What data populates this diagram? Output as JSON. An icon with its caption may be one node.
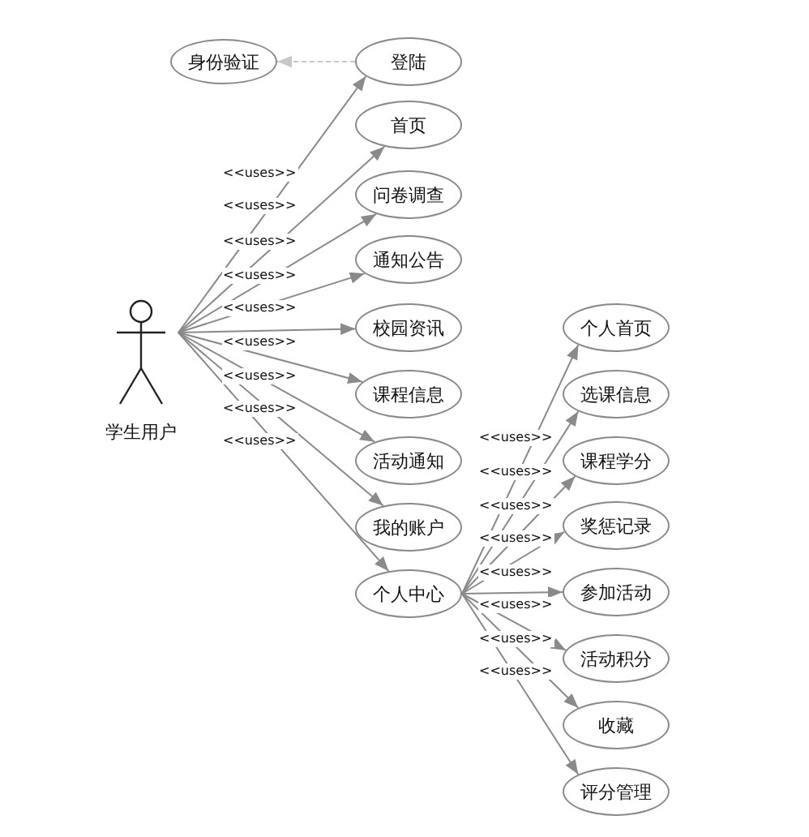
{
  "diagram": {
    "nodes": [
      {
        "text": [
          "身份验证"
        ]
      },
      {
        "text": [
          "登陆"
        ]
      },
      {
        "text": [
          "首页"
        ]
      },
      {
        "text": [
          "问卷调查"
        ]
      },
      {
        "text": [
          "通知公告"
        ]
      },
      {
        "text": [
          "校园资讯"
        ]
      },
      {
        "text": [
          "课程信息"
        ]
      },
      {
        "text": [
          "活动通知"
        ]
      },
      {
        "text": [
          "我的账户"
        ]
      },
      {
        "text": [
          "个人中心"
        ]
      },
      {
        "text": [
          "学生用户"
        ]
      },
      {
        "text": [
          "个人首页"
        ]
      },
      {
        "text": [
          "选课信息"
        ]
      },
      {
        "text": [
          "课程学分"
        ]
      },
      {
        "text": [
          "奖惩记录"
        ]
      },
      {
        "text": [
          "参加活动"
        ]
      },
      {
        "text": [
          "活动积分"
        ]
      },
      {
        "text": [
          "收藏"
        ]
      },
      {
        "text": [
          "评分管理"
        ]
      }
    ],
    "edges": [
      {
        "from": 1,
        "to": 0,
        "arrow": "to",
        "style": "dashed",
        "color": "#c8c8c8"
      },
      {
        "from": 10,
        "to": 1,
        "arrow": "to",
        "label": "<<uses>>"
      },
      {
        "from": 10,
        "to": 2,
        "arrow": "to",
        "label": "<<uses>>"
      },
      {
        "from": 10,
        "to": 3,
        "arrow": "to",
        "label": "<<uses>>"
      },
      {
        "from": 10,
        "to": 4,
        "arrow": "to",
        "label": "<<uses>>"
      },
      {
        "from": 10,
        "to": 5,
        "arrow": "to",
        "label": "<<uses>>"
      },
      {
        "from": 10,
        "to": 6,
        "arrow": "to",
        "label": "<<uses>>"
      },
      {
        "from": 10,
        "to": 7,
        "arrow": "to",
        "label": "<<uses>>"
      },
      {
        "from": 10,
        "to": 8,
        "arrow": "to",
        "label": "<<uses>>"
      },
      {
        "from": 10,
        "to": 9,
        "arrow": "to",
        "label": "<<uses>>"
      },
      {
        "from": 9,
        "to": 11,
        "arrow": "to",
        "label": "<<uses>>"
      },
      {
        "from": 9,
        "to": 12,
        "arrow": "to",
        "label": "<<uses>>"
      },
      {
        "from": 9,
        "to": 13,
        "arrow": "to",
        "label": "<<uses>>"
      },
      {
        "from": 9,
        "to": 14,
        "arrow": "to",
        "label": "<<uses>>"
      },
      {
        "from": 9,
        "to": 15,
        "arrow": "to",
        "label": "<<uses>>"
      },
      {
        "from": 9,
        "to": 16,
        "arrow": "to",
        "label": "<<uses>>"
      },
      {
        "from": 9,
        "to": 17,
        "arrow": "to",
        "label": "<<uses>>"
      },
      {
        "from": 9,
        "to": 18,
        "arrow": "to",
        "label": "<<uses>>"
      }
    ]
  }
}
